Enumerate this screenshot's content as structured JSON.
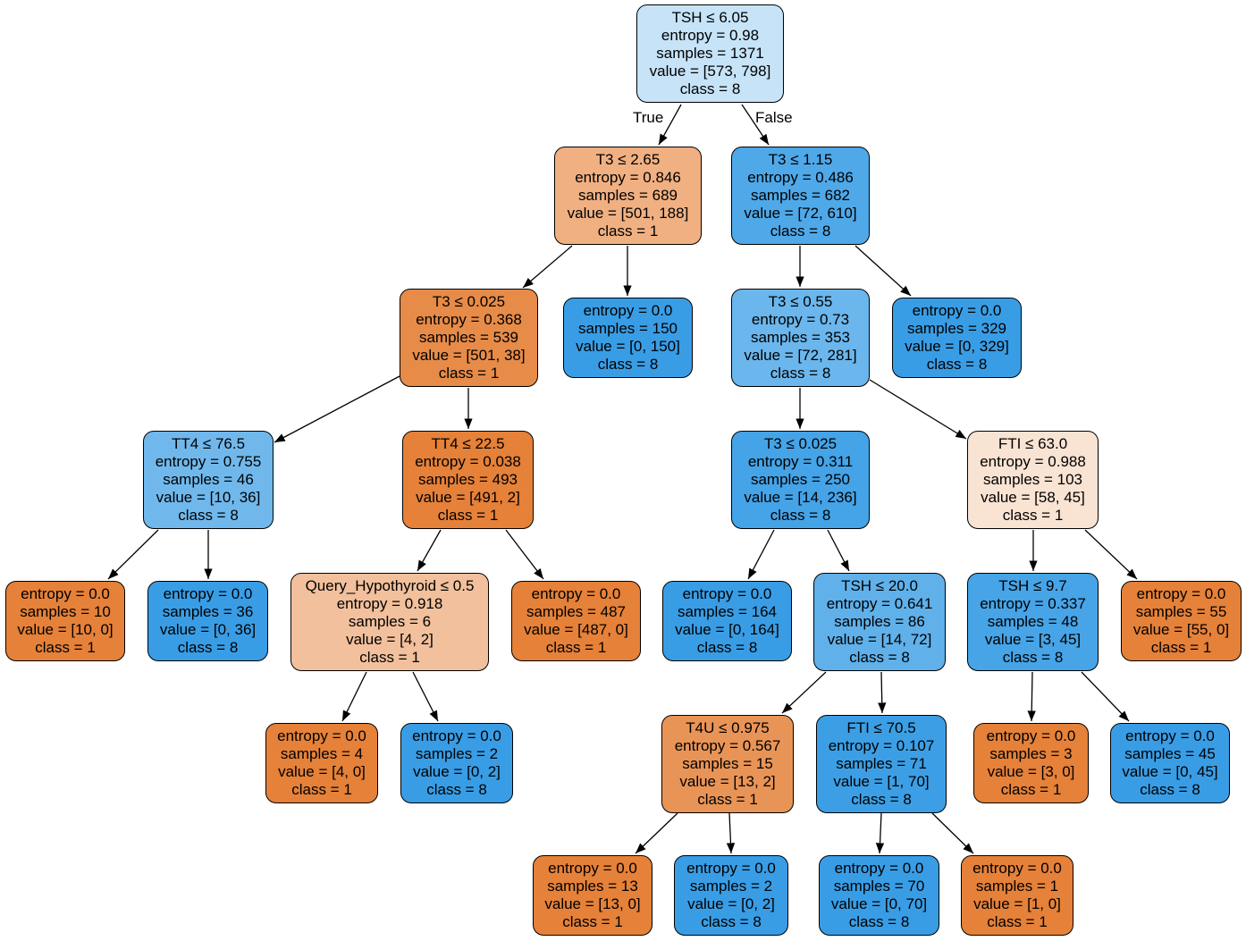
{
  "colors": {
    "orange_dark": "#e58139",
    "orange_mid": "#e68743",
    "orange_med": "#e89051",
    "orange_light": "#f0b082",
    "orange_pale": "#f3c19c",
    "orange_faint": "#fae4d5",
    "blue_dark": "#399de5",
    "blue_mid": "#3fa0e6",
    "blue_med": "#5aade9",
    "blue_light": "#6ab5eb",
    "blue_lighter": "#6bb6ec",
    "blue_pale": "#c6e3f8"
  },
  "edge_labels": {
    "true_label": "True",
    "false_label": "False"
  },
  "nodes": {
    "n0": {
      "lines": [
        "TSH ≤ 6.05",
        "entropy = 0.98",
        "samples = 1371",
        "value = [573, 798]",
        "class = 8"
      ],
      "fill": "#c6e3f8"
    },
    "n1": {
      "lines": [
        "T3 ≤ 2.65",
        "entropy = 0.846",
        "samples = 689",
        "value = [501, 188]",
        "class = 1"
      ],
      "fill": "#f0b082"
    },
    "n2": {
      "lines": [
        "T3 ≤ 1.15",
        "entropy = 0.486",
        "samples = 682",
        "value = [72, 610]",
        "class = 8"
      ],
      "fill": "#4fa8e8"
    },
    "n3": {
      "lines": [
        "T3 ≤ 0.025",
        "entropy = 0.368",
        "samples = 539",
        "value = [501, 38]",
        "class = 1"
      ],
      "fill": "#e78b48"
    },
    "n4": {
      "lines": [
        "entropy = 0.0",
        "samples = 150",
        "value = [0, 150]",
        "class = 8"
      ],
      "fill": "#399de5"
    },
    "n5": {
      "lines": [
        "T3 ≤ 0.55",
        "entropy = 0.73",
        "samples = 353",
        "value = [72, 281]",
        "class = 8"
      ],
      "fill": "#6bb6ec"
    },
    "n6": {
      "lines": [
        "entropy = 0.0",
        "samples = 329",
        "value = [0, 329]",
        "class = 8"
      ],
      "fill": "#399de5"
    },
    "n7": {
      "lines": [
        "TT4 ≤ 76.5",
        "entropy = 0.755",
        "samples = 46",
        "value = [10, 36]",
        "class = 8"
      ],
      "fill": "#70b8ec"
    },
    "n8": {
      "lines": [
        "TT4 ≤ 22.5",
        "entropy = 0.038",
        "samples = 493",
        "value = [491, 2]",
        "class = 1"
      ],
      "fill": "#e58139"
    },
    "n9": {
      "lines": [
        "T3 ≤ 0.025",
        "entropy = 0.311",
        "samples = 250",
        "value = [14, 236]",
        "class = 8"
      ],
      "fill": "#45a3e7"
    },
    "n10": {
      "lines": [
        "FTI ≤ 63.0",
        "entropy = 0.988",
        "samples = 103",
        "value = [58, 45]",
        "class = 1"
      ],
      "fill": "#f9e3d3"
    },
    "n11": {
      "lines": [
        "entropy = 0.0",
        "samples = 10",
        "value = [10, 0]",
        "class = 1"
      ],
      "fill": "#e58139"
    },
    "n12": {
      "lines": [
        "entropy = 0.0",
        "samples = 36",
        "value = [0, 36]",
        "class = 8"
      ],
      "fill": "#399de5"
    },
    "n13": {
      "lines": [
        "Query_Hypothyroid ≤ 0.5",
        "entropy = 0.918",
        "samples = 6",
        "value = [4, 2]",
        "class = 1"
      ],
      "fill": "#f2c09c"
    },
    "n14": {
      "lines": [
        "entropy = 0.0",
        "samples = 487",
        "value = [487, 0]",
        "class = 1"
      ],
      "fill": "#e58139"
    },
    "n15": {
      "lines": [
        "entropy = 0.0",
        "samples = 164",
        "value = [0, 164]",
        "class = 8"
      ],
      "fill": "#399de5"
    },
    "n16": {
      "lines": [
        "TSH ≤ 20.0",
        "entropy = 0.641",
        "samples = 86",
        "value = [14, 72]",
        "class = 8"
      ],
      "fill": "#60b0ea"
    },
    "n17": {
      "lines": [
        "TSH ≤ 9.7",
        "entropy = 0.337",
        "samples = 48",
        "value = [3, 45]",
        "class = 8"
      ],
      "fill": "#46a4e7"
    },
    "n18": {
      "lines": [
        "entropy = 0.0",
        "samples = 55",
        "value = [55, 0]",
        "class = 1"
      ],
      "fill": "#e58139"
    },
    "n19": {
      "lines": [
        "entropy = 0.0",
        "samples = 4",
        "value = [4, 0]",
        "class = 1"
      ],
      "fill": "#e58139"
    },
    "n20": {
      "lines": [
        "entropy = 0.0",
        "samples = 2",
        "value = [0, 2]",
        "class = 8"
      ],
      "fill": "#399de5"
    },
    "n21": {
      "lines": [
        "T4U ≤ 0.975",
        "entropy = 0.567",
        "samples = 15",
        "value = [13, 2]",
        "class = 1"
      ],
      "fill": "#e99457"
    },
    "n22": {
      "lines": [
        "FTI ≤ 70.5",
        "entropy = 0.107",
        "samples = 71",
        "value = [1, 70]",
        "class = 8"
      ],
      "fill": "#3c9fe5"
    },
    "n23": {
      "lines": [
        "entropy = 0.0",
        "samples = 3",
        "value = [3, 0]",
        "class = 1"
      ],
      "fill": "#e58139"
    },
    "n24": {
      "lines": [
        "entropy = 0.0",
        "samples = 45",
        "value = [0, 45]",
        "class = 8"
      ],
      "fill": "#399de5"
    },
    "n25": {
      "lines": [
        "entropy = 0.0",
        "samples = 13",
        "value = [13, 0]",
        "class = 1"
      ],
      "fill": "#e58139"
    },
    "n26": {
      "lines": [
        "entropy = 0.0",
        "samples = 2",
        "value = [0, 2]",
        "class = 8"
      ],
      "fill": "#399de5"
    },
    "n27": {
      "lines": [
        "entropy = 0.0",
        "samples = 70",
        "value = [0, 70]",
        "class = 8"
      ],
      "fill": "#399de5"
    },
    "n28": {
      "lines": [
        "entropy = 0.0",
        "samples = 1",
        "value = [1, 0]",
        "class = 1"
      ],
      "fill": "#e58139"
    }
  }
}
